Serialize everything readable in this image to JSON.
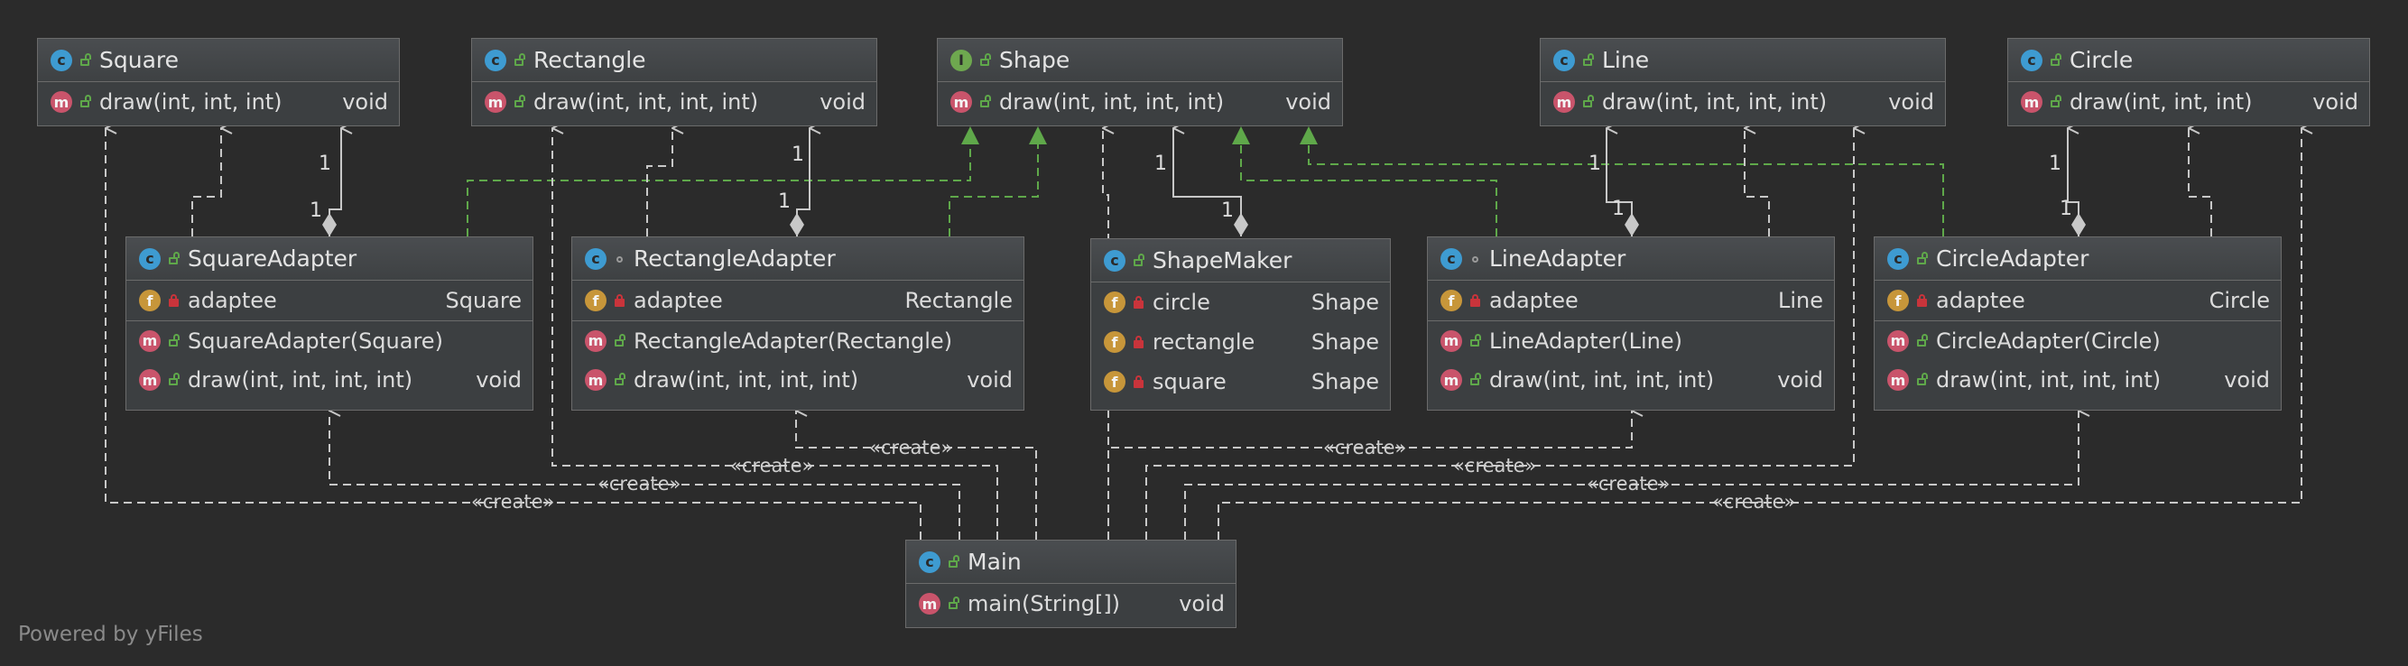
{
  "footer": "Powered by yFiles",
  "create_label": "«create»",
  "multiplicity": "1",
  "nodes": {
    "square": {
      "name": "Square",
      "members": [
        {
          "name": "draw(int, int, int)",
          "type": "void"
        }
      ]
    },
    "rectangle": {
      "name": "Rectangle",
      "members": [
        {
          "name": "draw(int, int, int, int)",
          "type": "void"
        }
      ]
    },
    "shape": {
      "name": "Shape",
      "members": [
        {
          "name": "draw(int, int, int, int)",
          "type": "void"
        }
      ]
    },
    "line": {
      "name": "Line",
      "members": [
        {
          "name": "draw(int, int, int, int)",
          "type": "void"
        }
      ]
    },
    "circle": {
      "name": "Circle",
      "members": [
        {
          "name": "draw(int, int, int)",
          "type": "void"
        }
      ]
    },
    "square_adapter": {
      "name": "SquareAdapter",
      "fields": [
        {
          "name": "adaptee",
          "type": "Square"
        }
      ],
      "members": [
        {
          "name": "SquareAdapter(Square)",
          "type": ""
        },
        {
          "name": "draw(int, int, int, int)",
          "type": "void"
        }
      ]
    },
    "rectangle_adapter": {
      "name": "RectangleAdapter",
      "fields": [
        {
          "name": "adaptee",
          "type": "Rectangle"
        }
      ],
      "members": [
        {
          "name": "RectangleAdapter(Rectangle)",
          "type": ""
        },
        {
          "name": "draw(int, int, int, int)",
          "type": "void"
        }
      ]
    },
    "shape_maker": {
      "name": "ShapeMaker",
      "fields": [
        {
          "name": "circle",
          "type": "Shape"
        },
        {
          "name": "rectangle",
          "type": "Shape"
        },
        {
          "name": "square",
          "type": "Shape"
        }
      ]
    },
    "line_adapter": {
      "name": "LineAdapter",
      "fields": [
        {
          "name": "adaptee",
          "type": "Line"
        }
      ],
      "members": [
        {
          "name": "LineAdapter(Line)",
          "type": ""
        },
        {
          "name": "draw(int, int, int, int)",
          "type": "void"
        }
      ]
    },
    "circle_adapter": {
      "name": "CircleAdapter",
      "fields": [
        {
          "name": "adaptee",
          "type": "Circle"
        }
      ],
      "members": [
        {
          "name": "CircleAdapter(Circle)",
          "type": ""
        },
        {
          "name": "draw(int, int, int, int)",
          "type": "void"
        }
      ]
    },
    "main": {
      "name": "Main",
      "members": [
        {
          "name": "main(String[])",
          "type": "void"
        }
      ]
    }
  },
  "badges": {
    "class": "c",
    "interface": "I",
    "method": "m",
    "field": "f"
  },
  "colors": {
    "background": "#2b2b2b",
    "node_fill": "#3c3f41",
    "dependency_edge": "#c8c8c8",
    "realization_edge": "#5fa84a",
    "class_badge": "#3e9bd1",
    "interface_badge": "#6ea84f",
    "method_badge": "#c9546b",
    "field_badge": "#c7963a"
  }
}
